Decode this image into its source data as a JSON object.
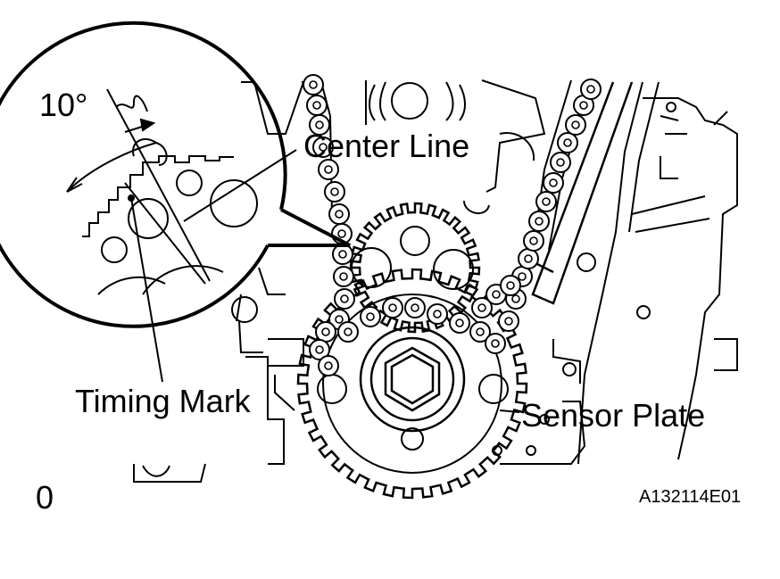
{
  "labels": {
    "angle": "10°",
    "center_line": "Center Line",
    "timing_mark": "Timing Mark",
    "sensor_plate": "Sensor Plate",
    "corner_mark": "0",
    "figure_code": "A132114E01"
  },
  "colors": {
    "ink": "#000000",
    "paper": "#ffffff"
  },
  "icons": {
    "magnifier": "zoom-circle-icon",
    "sprocket": "sprocket-icon",
    "chain": "timing-chain-icon",
    "bolt": "crankshaft-bolt-icon"
  }
}
